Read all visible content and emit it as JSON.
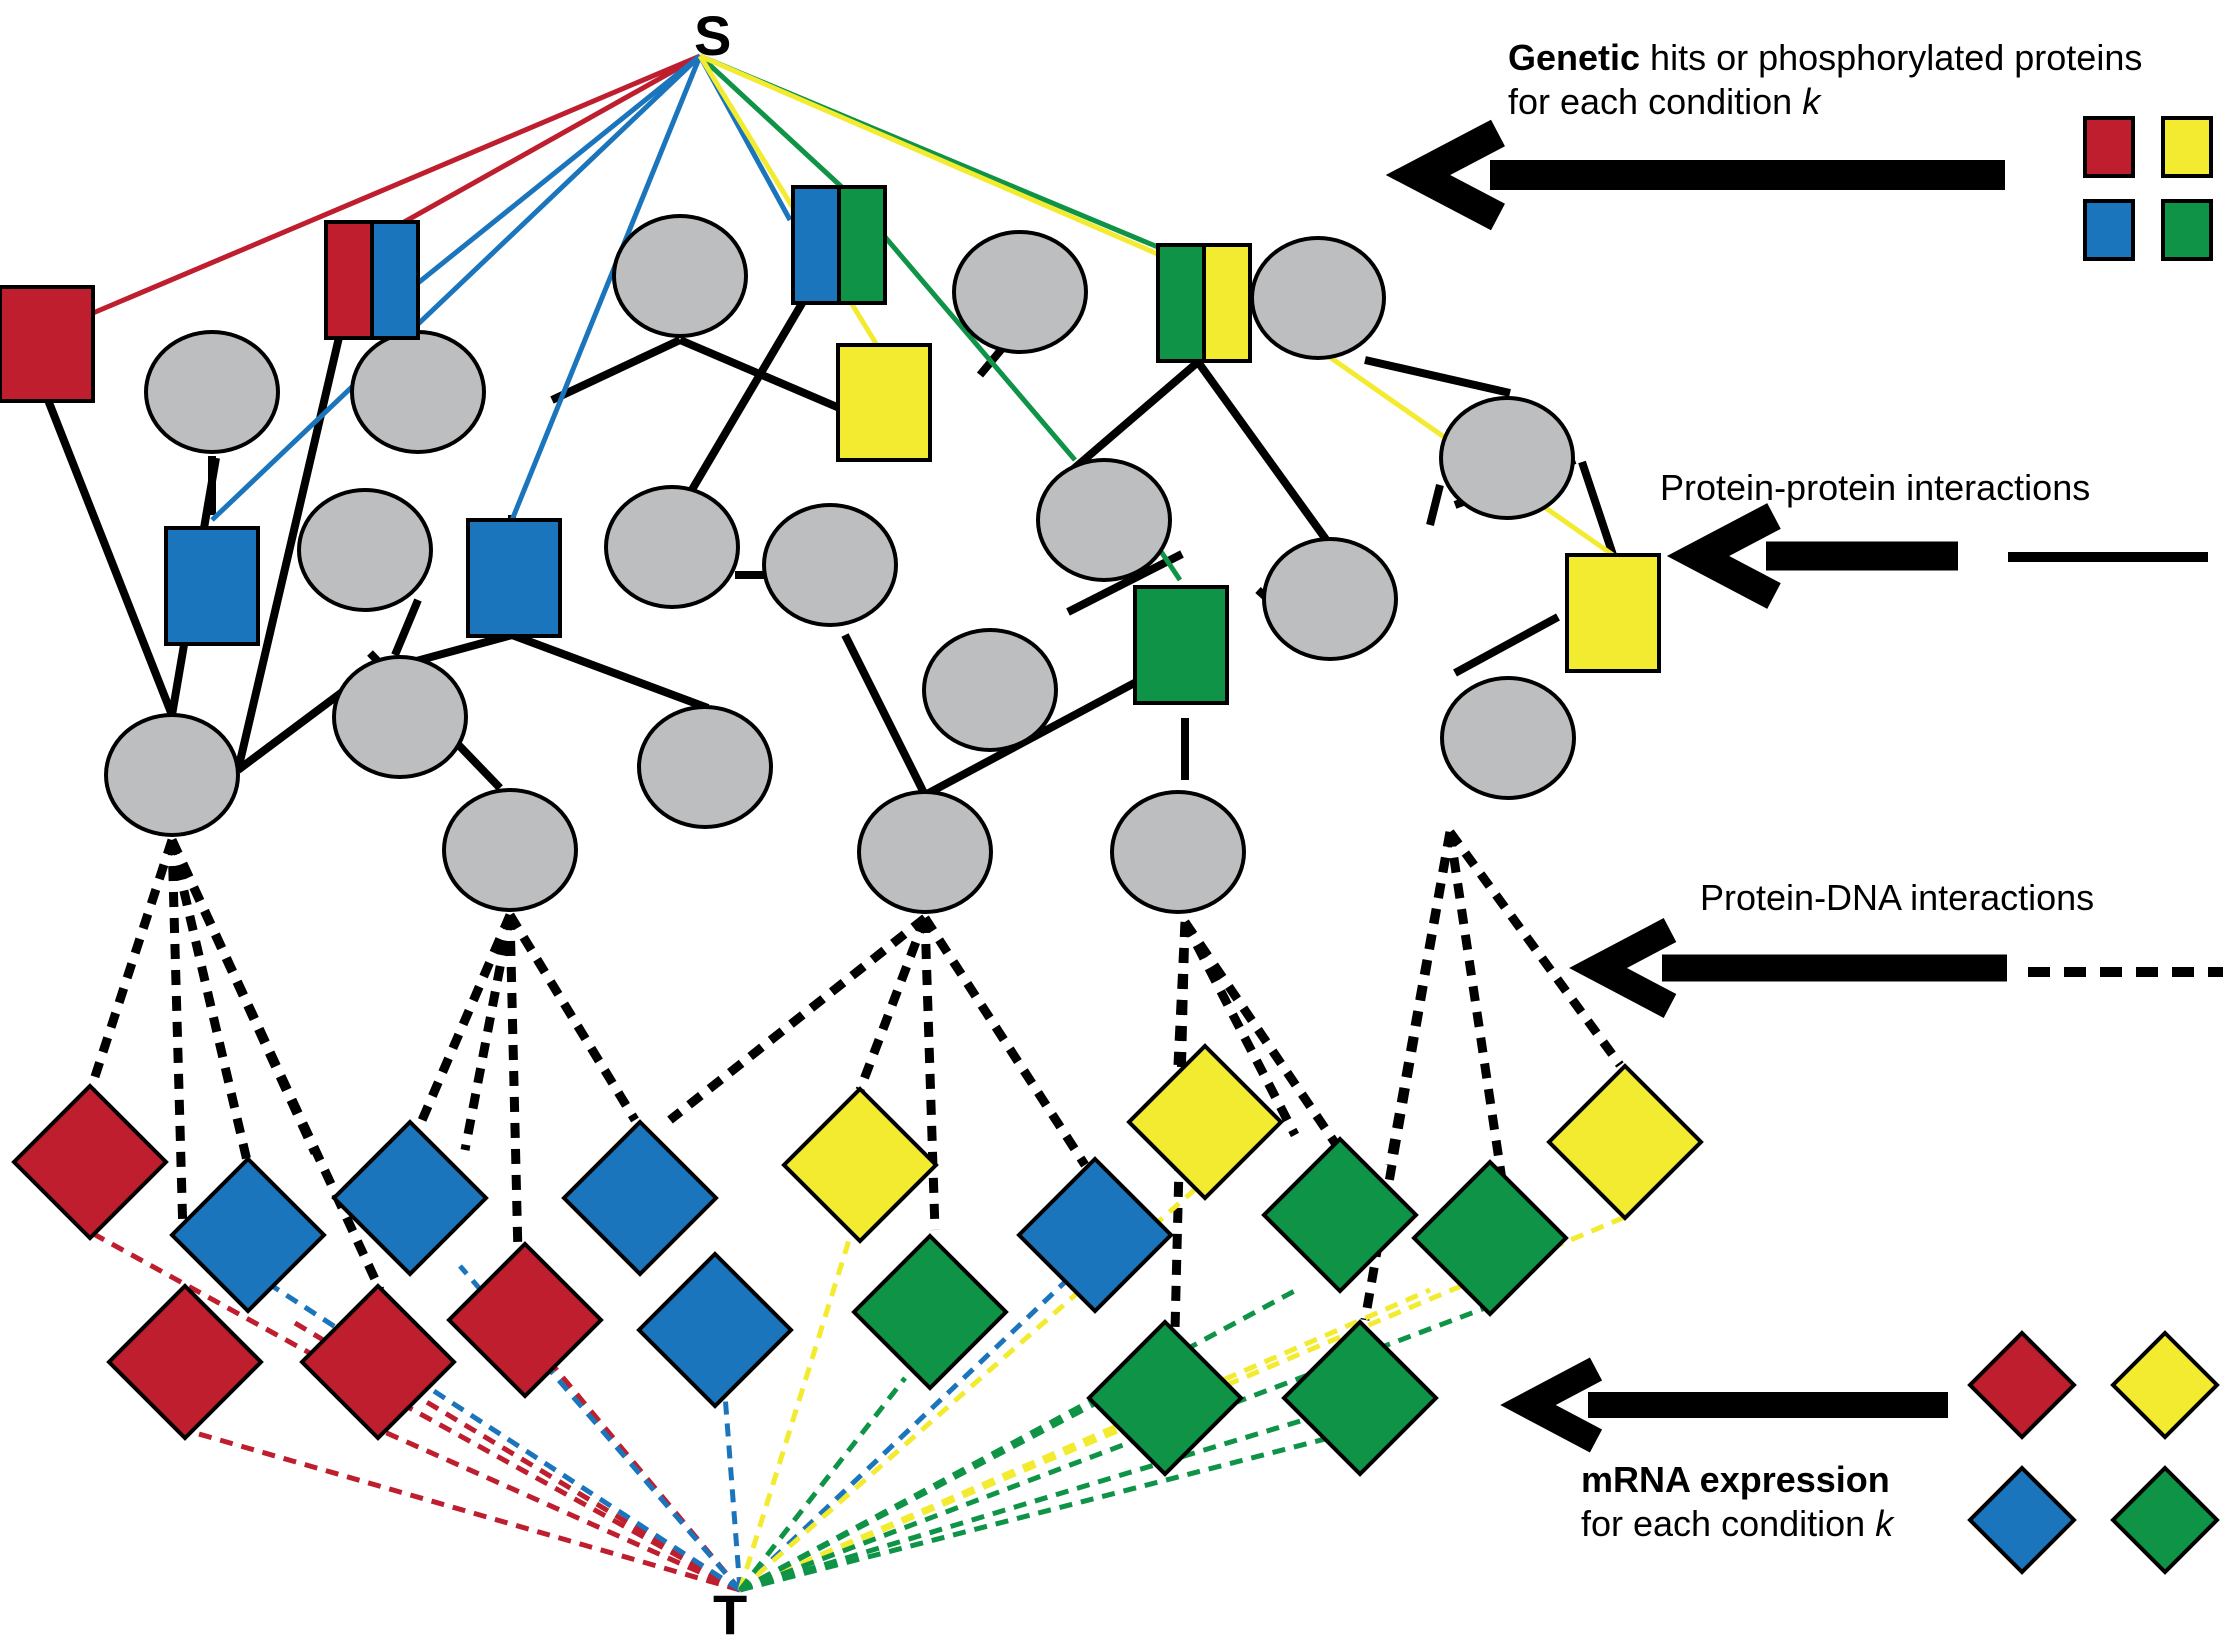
{
  "source_label": "S",
  "sink_label": "T",
  "legend": {
    "genetic": {
      "bold": "Genetic",
      "rest": " hits or phosphorylated proteins",
      "line2": "for each condition ",
      "k": "k"
    },
    "ppi": "Protein-protein interactions",
    "pdi": "Protein-DNA interactions",
    "mrna": {
      "bold": "mRNA expression",
      "line2": "for each condition ",
      "k": "k"
    }
  },
  "colors": {
    "red": "#be1e2d",
    "blue": "#1b75bc",
    "yellow": "#f2eb30",
    "green": "#0f9347",
    "gray": "#bcbec0",
    "black": "#000000"
  },
  "legend_swatches": [
    "red",
    "yellow",
    "blue",
    "green"
  ],
  "legend_diamonds": [
    "red",
    "yellow",
    "blue",
    "green"
  ]
}
